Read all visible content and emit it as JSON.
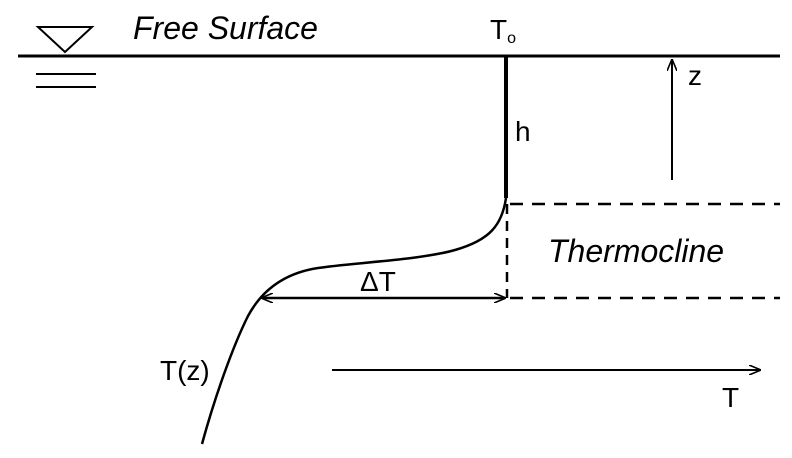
{
  "labels": {
    "free_surface": "Free Surface",
    "surface_temp_main": "T",
    "surface_temp_sub": "o",
    "z_axis": "z",
    "depth_h": "h",
    "thermocline": "Thermocline",
    "delta_t": "ΔT",
    "profile": "T(z)",
    "t_axis": "T"
  },
  "colors": {
    "ink": "#000000",
    "background": "#ffffff"
  },
  "icons": {
    "water_level_symbol": "inverted-triangle-water-level-icon"
  }
}
